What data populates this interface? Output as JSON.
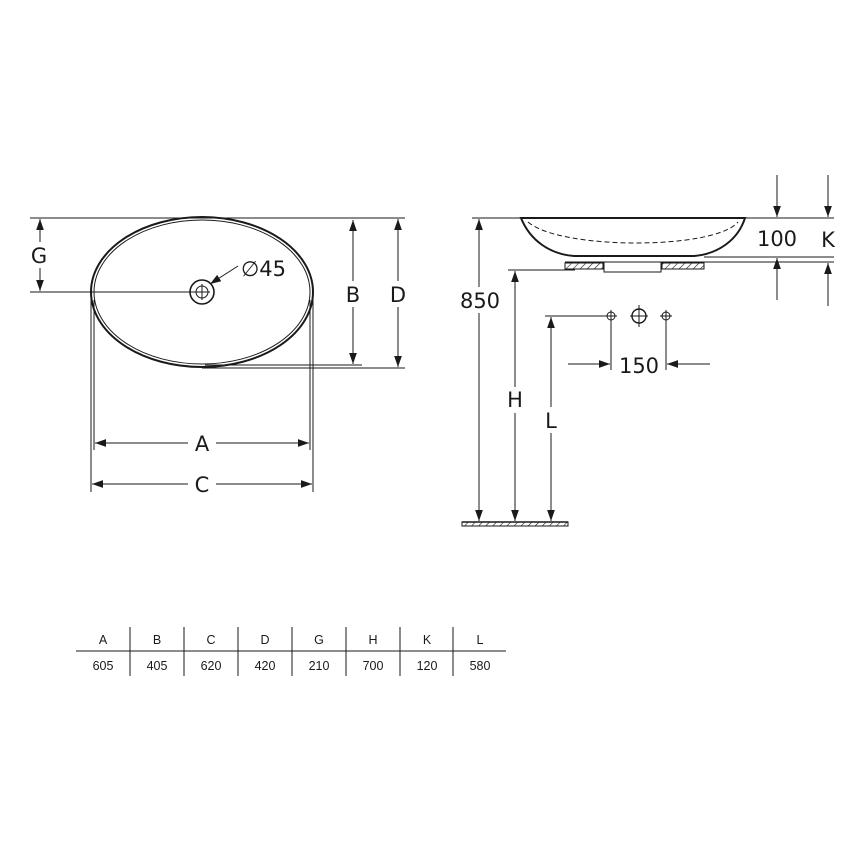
{
  "labels": {
    "G": "G",
    "diameter": "∅45",
    "B": "B",
    "D": "D",
    "A": "A",
    "C": "C",
    "dim_850": "850",
    "dim_100": "100",
    "K": "K",
    "dim_150": "150",
    "H": "H",
    "L": "L"
  },
  "table": {
    "headers": [
      "A",
      "B",
      "C",
      "D",
      "G",
      "H",
      "K",
      "L"
    ],
    "values": [
      "605",
      "405",
      "620",
      "420",
      "210",
      "700",
      "120",
      "580"
    ]
  },
  "colors": {
    "line": "#1a1a1a",
    "background": "#ffffff"
  }
}
